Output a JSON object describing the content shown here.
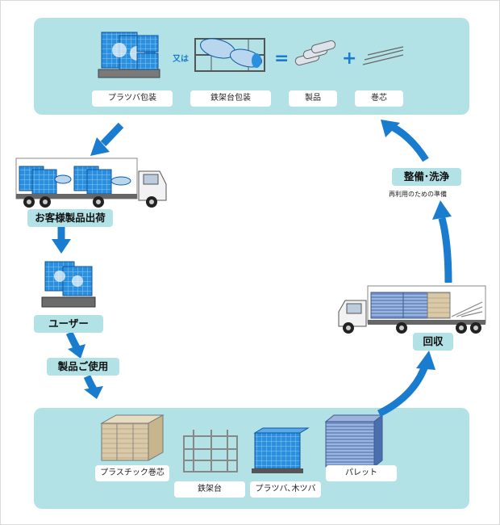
{
  "top_panel": {
    "connector_text": "又は",
    "equals_sign": "=",
    "plus_sign": "+",
    "labels": {
      "plastic_pallet_packing": "プラツバ包装",
      "steel_frame_packing": "鉄架台包装",
      "product": "製品",
      "core": "巻芯"
    }
  },
  "flow": {
    "shipping": "お客様製品出荷",
    "user": "ユーザー",
    "product_use": "製品ご使用",
    "collection": "回収",
    "cleaning": "整備･洗浄",
    "cleaning_note": "再利用のための準備"
  },
  "bottom_panel": {
    "labels": {
      "plastic_core": "プラスチック巻芯",
      "steel_frame": "鉄架台",
      "plastic_wood_flange": "プラツバ､木ツバ",
      "pallet": "パレット"
    }
  },
  "colors": {
    "panel": "#b2e2e6",
    "arrow": "#1a7ccf",
    "product_blue": "#2b8fe0"
  },
  "icons": [
    "arrow-down-left-icon",
    "arrow-down-icon",
    "arrow-up-icon",
    "truck-icon",
    "pallet-icon",
    "roll-icon",
    "steel-frame-icon"
  ]
}
